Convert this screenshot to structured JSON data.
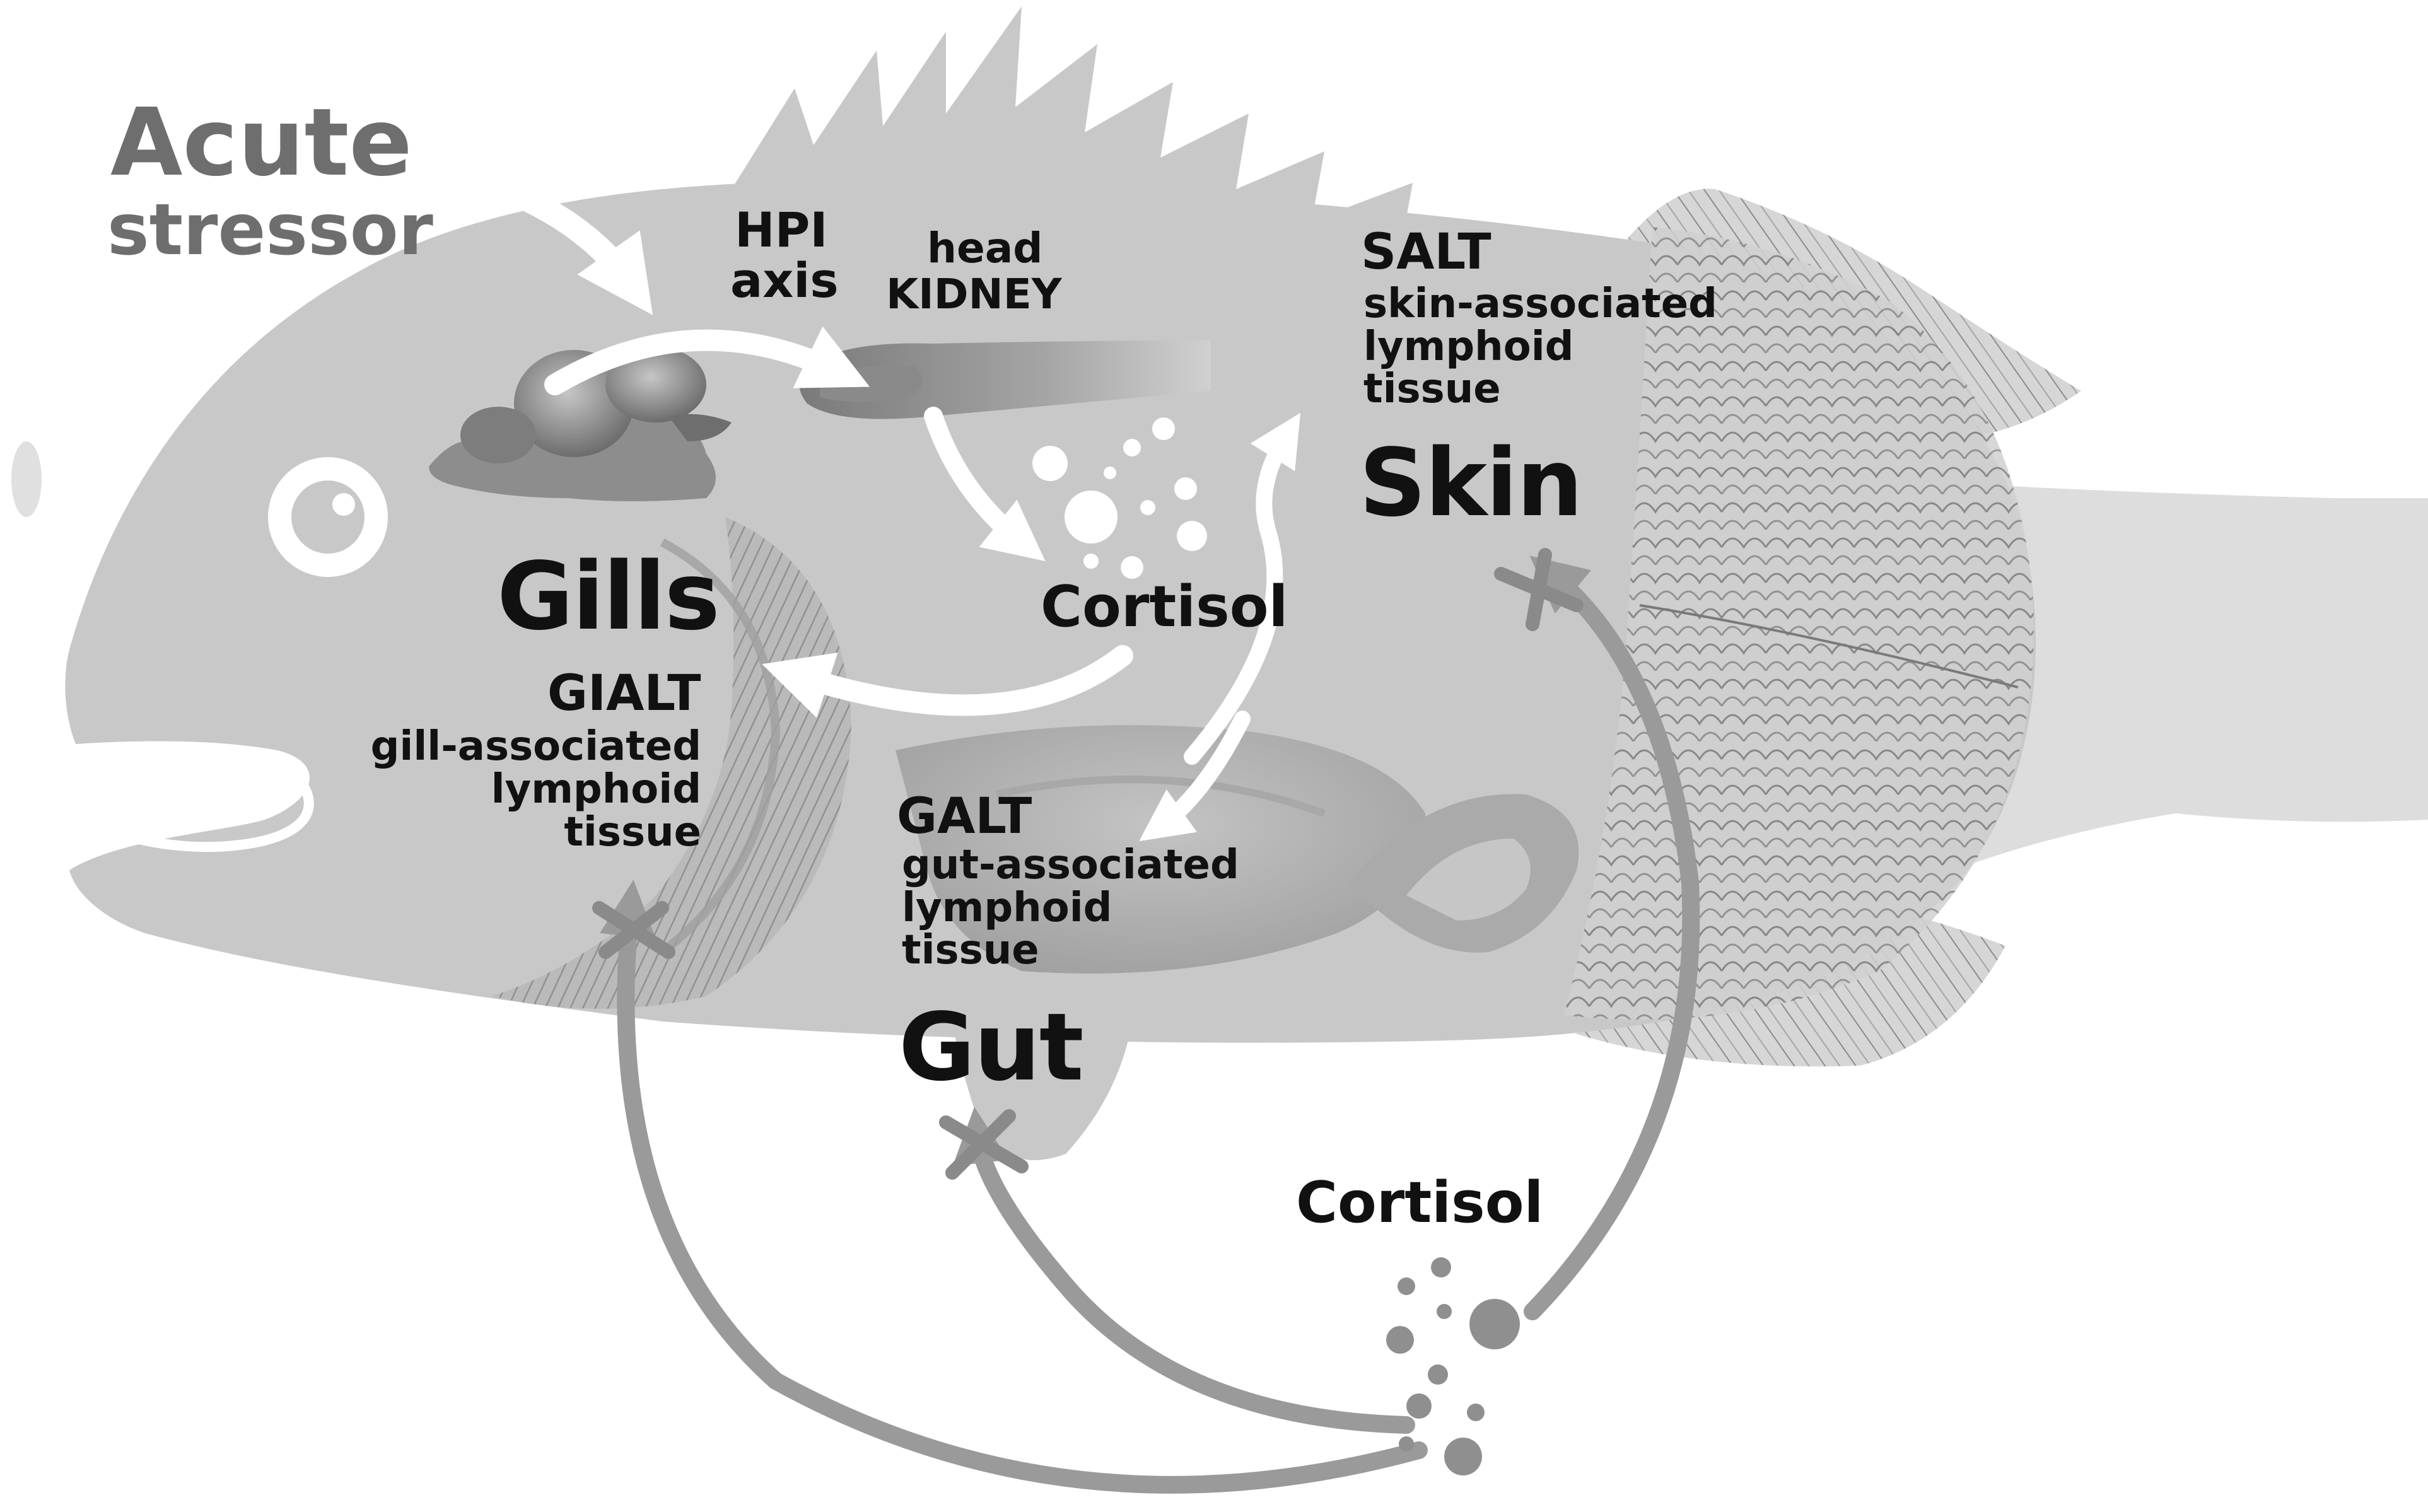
{
  "labels": {
    "acute": "Acute",
    "stressor": "stressor",
    "hpi_1": "HPI",
    "hpi_2": "axis",
    "head": "head",
    "kidney": "KIDNEY",
    "salt": "SALT",
    "salt_desc_1": "skin-associated",
    "salt_desc_2": "lymphoid",
    "salt_desc_3": "tissue",
    "skin": "Skin",
    "gills": "Gills",
    "gialt": "GIALT",
    "gialt_desc_1": "gill-associated",
    "gialt_desc_2": "lymphoid",
    "gialt_desc_3": "tissue",
    "cortisol_top": "Cortisol",
    "galt": "GALT",
    "galt_desc_1": "gut-associated",
    "galt_desc_2": "lymphoid",
    "galt_desc_3": "tissue",
    "gut": "Gut",
    "cortisol_bottom": "Cortisol"
  },
  "colors": {
    "background": "#ffffff",
    "fish_body": "#c8c8c8",
    "fish_shadow": "#b4b4b4",
    "arrow_white": "#ffffff",
    "arrow_grey": "#9a9a9a",
    "stressor_text": "#6e6e6e",
    "text": "#111111"
  },
  "icons": [
    "brain-icon",
    "head-kidney-icon",
    "eye-icon",
    "cortisol-dots-icon",
    "inhibition-mark-icon"
  ]
}
